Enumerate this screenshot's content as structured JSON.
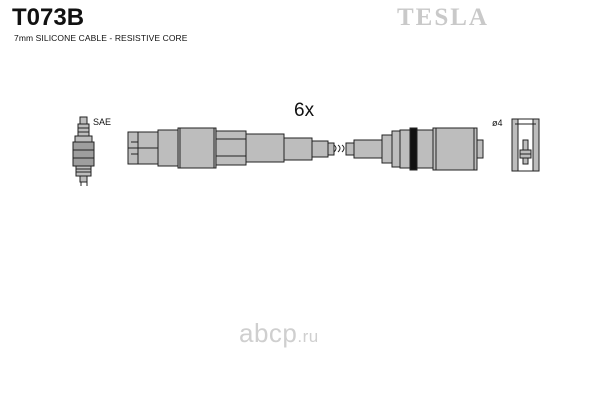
{
  "header": {
    "part_code": "T073B",
    "subtitle": "7mm SILICONE CABLE - RESISTIVE CORE",
    "brand": "TESLA"
  },
  "diagram": {
    "quantity_label": "6x",
    "spark_plug_label": "SAE",
    "terminal_label": "ø4"
  },
  "watermark": {
    "name": "abcp",
    "tld": ".ru"
  },
  "colors": {
    "line": "#222222",
    "fill": "#bdbdbd",
    "brand": "#c9c9c9",
    "watermark": "#cfcfcf"
  },
  "icons": [
    "spark-plug-icon",
    "terminal-cap-icon"
  ]
}
